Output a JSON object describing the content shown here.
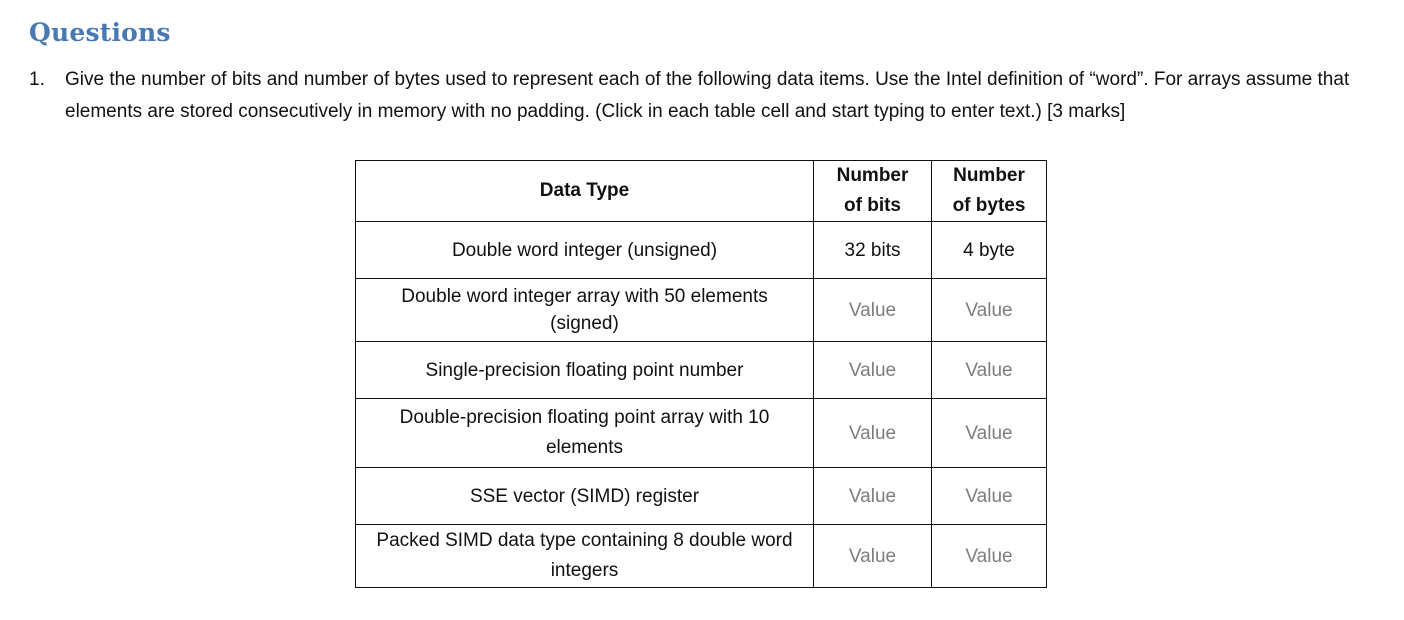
{
  "heading": "Questions",
  "question": {
    "number": "1.",
    "text": "Give the number of bits and number of bytes used to represent each of the following data items. Use the Intel definition of “word”. For arrays assume that elements are stored consecutively in memory with no padding. (Click in each table cell and start typing to enter text.)  [3 marks]"
  },
  "table": {
    "headers": {
      "data_type": "Data Type",
      "bits_line1": "Number",
      "bits_line2": "of bits",
      "bytes_line1": "Number",
      "bytes_line2": "of bytes"
    },
    "rows": [
      {
        "type": "Double word integer (unsigned)",
        "bits": "32 bits",
        "bytes": "4 byte"
      },
      {
        "type": "Double word integer array with 50 elements (signed)",
        "bits": "Value",
        "bytes": "Value"
      },
      {
        "type": "Single-precision floating point number",
        "bits": "Value",
        "bytes": "Value"
      },
      {
        "type": "Double-precision floating point array with 10 elements",
        "bits": "Value",
        "bytes": "Value"
      },
      {
        "type": "SSE vector (SIMD) register",
        "bits": "Value",
        "bytes": "Value"
      },
      {
        "type": "Packed SIMD data type containing 8 double word integers",
        "bits": "Value",
        "bytes": "Value"
      }
    ]
  }
}
